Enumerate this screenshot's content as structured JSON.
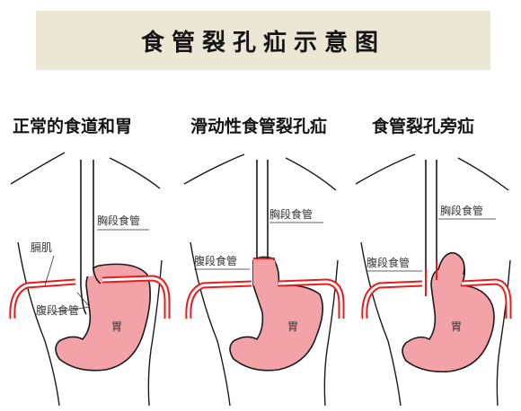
{
  "title": "食管裂孔疝示意图",
  "panels": [
    {
      "heading": "正常的食道和胃",
      "labels": {
        "thoracic_esophagus": "胸段食管",
        "diaphragm": "膈肌",
        "abdominal_esophagus": "腹段食管",
        "stomach": "胃"
      }
    },
    {
      "heading": "滑动性食管裂孔疝",
      "labels": {
        "thoracic_esophagus": "胸段食管",
        "abdominal_esophagus": "腹段食管",
        "stomach": "胃"
      }
    },
    {
      "heading": "食管裂孔旁疝",
      "labels": {
        "thoracic_esophagus": "胸段食管",
        "abdominal_esophagus": "腹段食管",
        "stomach": "胃"
      }
    }
  ],
  "colors": {
    "banner": "#ece7d5",
    "stomach_fill": "#f3a3a8",
    "diaphragm_red": "#e81c1c",
    "outline": "#1a1a1a"
  }
}
